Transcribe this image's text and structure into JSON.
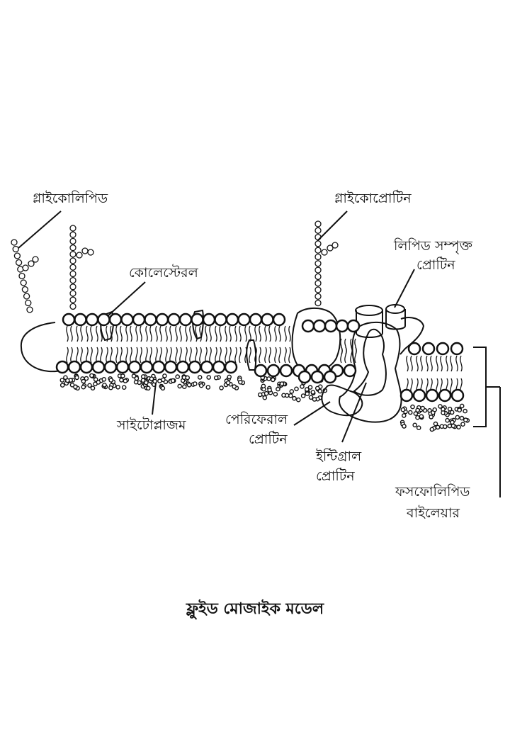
{
  "labels": {
    "glycolipid": "গ্লাইকোলিপিড",
    "glycoprotein": "গ্লাইকোপ্রোটিন",
    "cholesterol": "কোলেস্টেরল",
    "lipid_protein_line1": "লিপিড সম্পৃক্ত",
    "lipid_protein_line2": "প্রোটিন",
    "cytoplasm": "সাইটোপ্লাজম",
    "peripheral_line1": "পেরিফেরাল",
    "peripheral_line2": "প্রোটিন",
    "integral_line1": "ইন্টিগ্রাল",
    "integral_line2": "প্রোটিন",
    "bilayer_line1": "ফসফোলিপিড",
    "bilayer_line2": "বাইলেয়ার"
  },
  "title": "ফ্লুইড মোজাইক মডেল",
  "colors": {
    "ink": "#111111",
    "background": "#ffffff"
  }
}
